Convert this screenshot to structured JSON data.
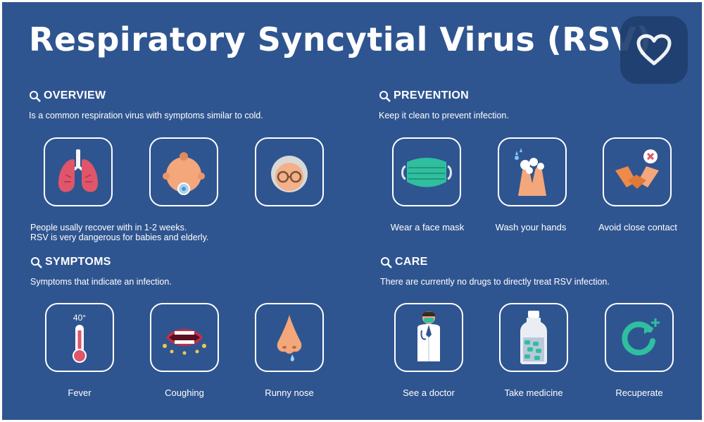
{
  "title": "Respiratory Syncytial Virus (RSV)",
  "colors": {
    "background": "#2f5590",
    "accent_teal": "#2fbf9f",
    "lung_red": "#e0556a",
    "skin": "#f3a77b"
  },
  "overview": {
    "heading": "OVERVIEW",
    "description": "Is a common respiration virus with symptoms similar to cold.",
    "icons": [
      "lungs-icon",
      "baby-icon",
      "elderly-icon"
    ],
    "note_lines": [
      "People usally recover with in 1-2 weeks.",
      "RSV is very dangerous for babies and elderly."
    ]
  },
  "prevention": {
    "heading": "PREVENTION",
    "description": "Keep it clean to prevent infection.",
    "items": [
      {
        "icon": "face-mask-icon",
        "label": "Wear a face mask"
      },
      {
        "icon": "wash-hands-icon",
        "label": "Wash your hands"
      },
      {
        "icon": "avoid-contact-icon",
        "label": "Avoid close contact"
      }
    ]
  },
  "symptoms": {
    "heading": "SYMPTOMS",
    "description": "Symptoms that indicate an infection.",
    "items": [
      {
        "icon": "thermometer-icon",
        "label": "Fever",
        "icon_text": "40°"
      },
      {
        "icon": "coughing-icon",
        "label": "Coughing"
      },
      {
        "icon": "runny-nose-icon",
        "label": "Runny nose"
      }
    ]
  },
  "care": {
    "heading": "CARE",
    "description": "There are currently no drugs to directly treat RSV infection.",
    "items": [
      {
        "icon": "doctor-icon",
        "label": "See a doctor"
      },
      {
        "icon": "medicine-bottle-icon",
        "label": "Take medicine"
      },
      {
        "icon": "recuperate-icon",
        "label": "Recuperate"
      }
    ]
  }
}
